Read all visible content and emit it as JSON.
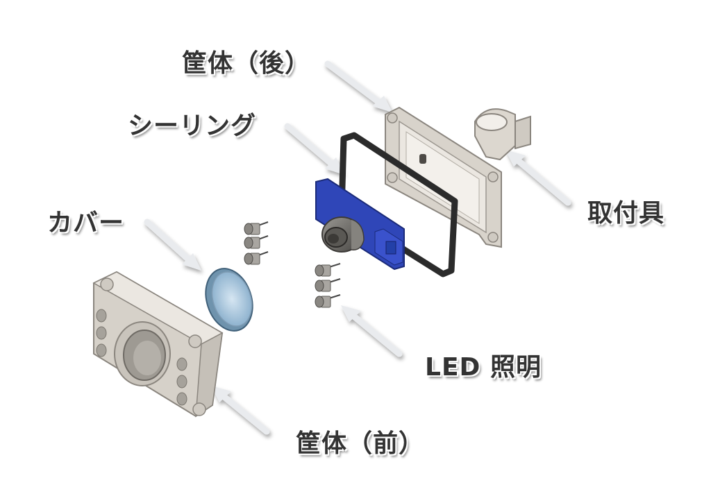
{
  "labels": {
    "housing_rear": "筐体（後）",
    "sealing_ring": "シーリング",
    "mount": "取付具",
    "cover": "カバー",
    "led": "LED 照明",
    "housing_front": "筐体（前）"
  },
  "colors": {
    "housing": "#e2ded7",
    "housing_edge": "#8a857e",
    "seal": "#2b2b2b",
    "pcb": "#2f46b8",
    "lens": "#6e6c68",
    "cover_glass": "#a9c7df",
    "arrow": "#eef0f3",
    "text": "#333333"
  }
}
